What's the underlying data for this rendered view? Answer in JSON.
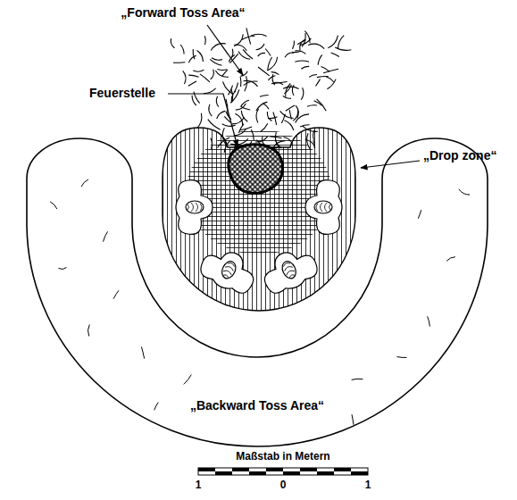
{
  "diagram": {
    "labels": [
      "„Forward Toss Area“",
      "Feuerstelle",
      "„Drop zone“",
      "„Backward Toss Area“",
      "Maßstab in Metern",
      "1",
      "0",
      "1"
    ]
  }
}
